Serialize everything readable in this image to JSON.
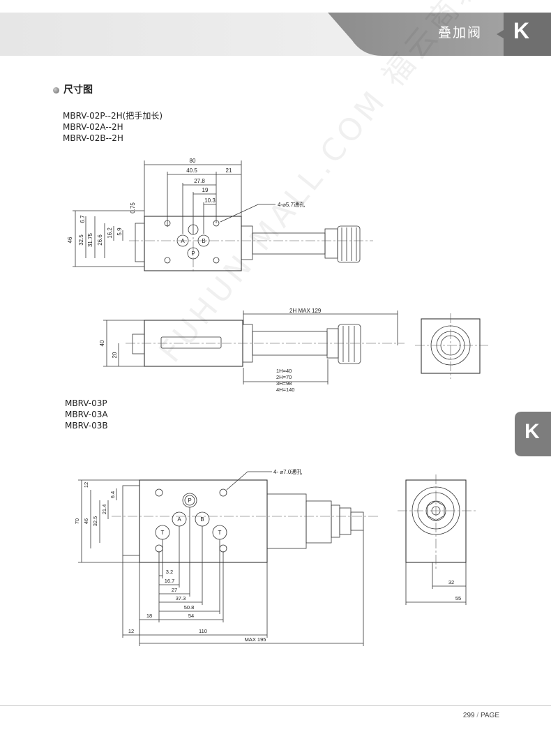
{
  "header": {
    "title": "叠加阀",
    "tab_letter": "K"
  },
  "side_tab": {
    "letter": "K"
  },
  "section": {
    "title": "尺寸图"
  },
  "models_02": [
    "MBRV-02P--2H(把手加长)",
    "MBRV-02A--2H",
    "MBRV-02B--2H"
  ],
  "models_03": [
    "MBRV-03P",
    "MBRV-03A",
    "MBRV-03B"
  ],
  "drawing_02_top": {
    "dims_top": [
      "80",
      "40.5",
      "21",
      "27.8",
      "19",
      "10.3"
    ],
    "dim_0_75": "0.75",
    "dims_left": [
      "46",
      "32.5",
      "31.75",
      "26.6",
      "16.2",
      "5.9",
      "6.7"
    ],
    "hole_note": "4-⌀5.7通孔",
    "ports": [
      "A",
      "B",
      "P"
    ]
  },
  "drawing_02_side": {
    "dims": [
      "40",
      "20"
    ],
    "length_label": "2H  MAX  129",
    "h_table": [
      "1H=40",
      "2H=70",
      "3H=98",
      "4H=140"
    ]
  },
  "drawing_03_top": {
    "hole_note": "4- ⌀7.0通孔",
    "ports": [
      "P",
      "A",
      "B",
      "T",
      "T"
    ],
    "dims_left": [
      "70",
      "46",
      "32.5",
      "21.4",
      "6.4",
      "12"
    ],
    "dims_bottom": [
      "3.2",
      "16.7",
      "27",
      "37.3",
      "50.8",
      "54",
      "18",
      "12",
      "110",
      "MAX  195"
    ]
  },
  "drawing_03_side": {
    "dims": [
      "32",
      "55"
    ]
  },
  "watermark": "FUHUN MALL.COM 福云商城",
  "footer": {
    "page_number": "299",
    "page_label": "PAGE"
  }
}
